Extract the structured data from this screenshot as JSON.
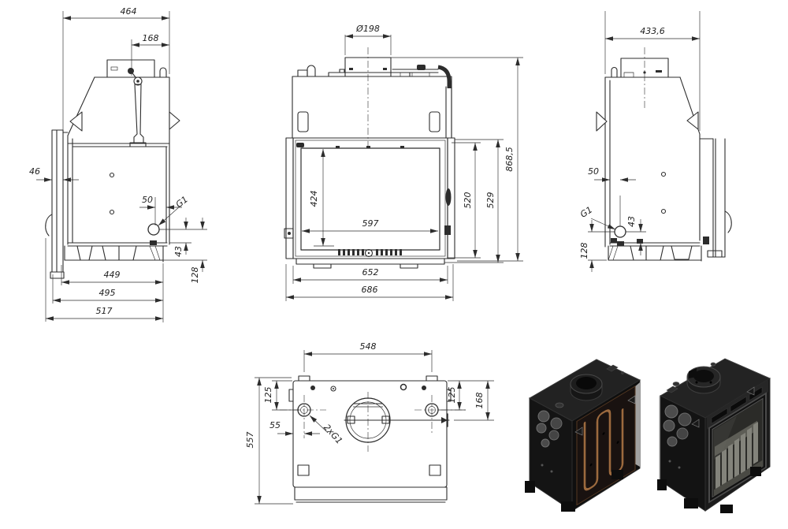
{
  "views": {
    "side_left": {
      "dims": {
        "top_width": "464",
        "damper_offset": "168",
        "door_thickness": "46",
        "socket_offset": "50",
        "thread": "G1",
        "socket_drop": "43",
        "socket_height": "128",
        "depth_base": "449",
        "depth_mid": "495",
        "depth_total": "517"
      }
    },
    "front": {
      "dims": {
        "flue_diameter": "Ø198",
        "glass_height": "424",
        "glass_width": "597",
        "jacket_height": "520",
        "front_height": "529",
        "total_height": "868,5",
        "body_width": "652",
        "total_width": "686"
      }
    },
    "side_right": {
      "dims": {
        "top_width": "433,6",
        "socket_offset": "50",
        "thread": "G1",
        "socket_drop": "43",
        "socket_height": "128"
      }
    },
    "top": {
      "dims": {
        "connector_spacing": "548",
        "connector_inset_left": "125",
        "connector_inset_right": "125",
        "damper_rod_offset": "168",
        "connector_side_inset": "55",
        "thread_pair": "2xG1",
        "depth_total": "557"
      }
    }
  },
  "colors": {
    "background": "#ffffff",
    "line": "#2d2d2d",
    "dim_text": "#1f1f1f",
    "render_body": "#161616",
    "render_top": "#222222",
    "render_copper_coil": "#9c6a3e",
    "render_boss": "#4c4c4c",
    "render_grate": "#83837b"
  }
}
